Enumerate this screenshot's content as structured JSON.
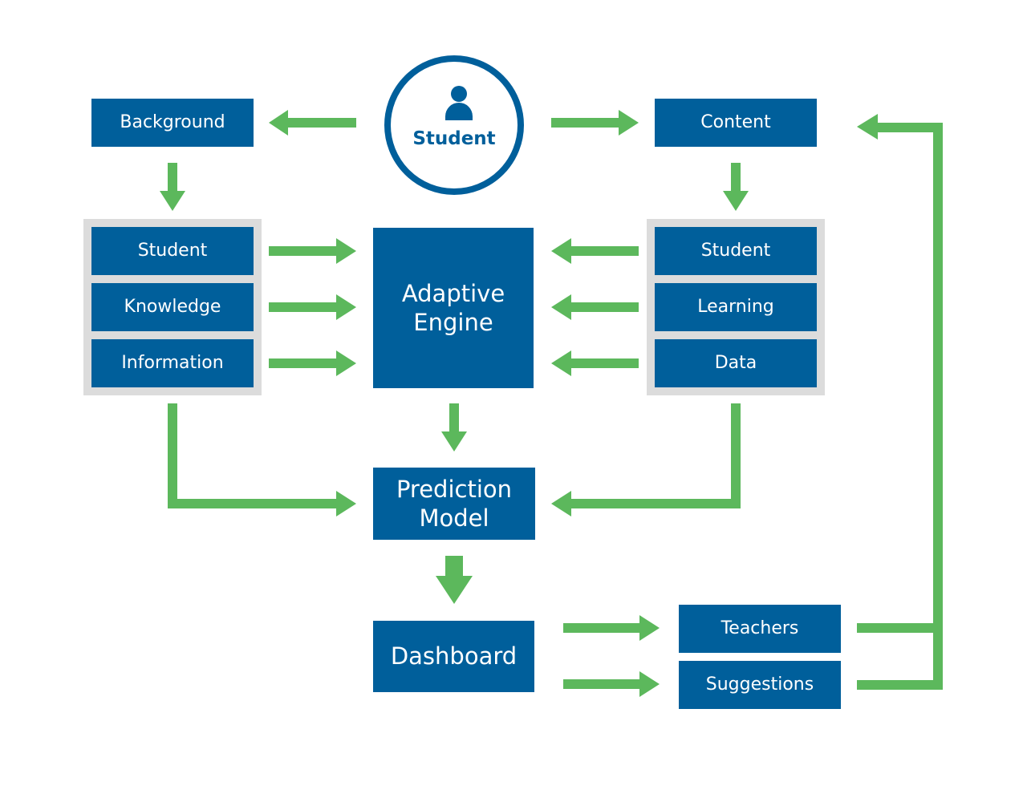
{
  "colors": {
    "box": "#005f9b",
    "arrow": "#5cb85c",
    "panel": "#dcdcdc",
    "text": "#ffffff"
  },
  "center": {
    "student": "Student",
    "icon": "person-icon"
  },
  "left": {
    "background": "Background",
    "items": [
      "Student",
      "Knowledge",
      "Information"
    ]
  },
  "right": {
    "content": "Content",
    "items": [
      "Student",
      "Learning",
      "Data"
    ]
  },
  "engine": {
    "line1": "Adaptive",
    "line2": "Engine"
  },
  "prediction": {
    "line1": "Prediction",
    "line2": "Model"
  },
  "dashboard": "Dashboard",
  "outputs": [
    "Teachers",
    "Suggestions"
  ]
}
